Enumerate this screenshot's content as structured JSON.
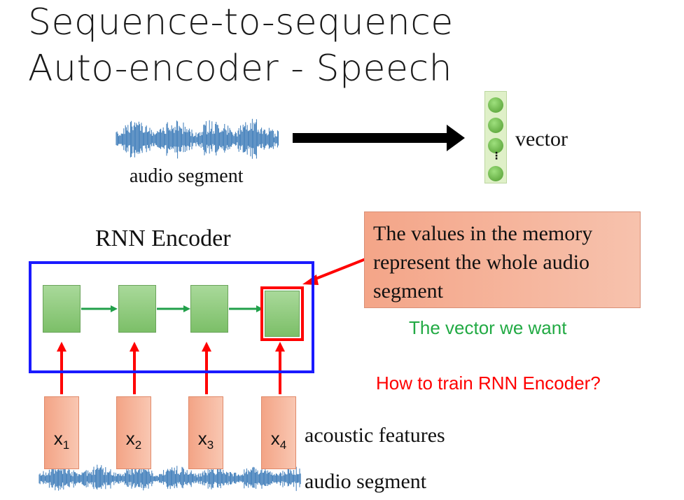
{
  "title": {
    "line1": "Sequence-to-sequence",
    "line2": "Auto-encoder - Speech"
  },
  "top": {
    "audio_label": "audio segment",
    "vector_label": "vector",
    "vector_dots": "⋮"
  },
  "encoder": {
    "title": "RNN Encoder"
  },
  "callout": {
    "line1": "The values in the memory",
    "line2": "represent the whole audio",
    "line3": "segment"
  },
  "vector_note": "The vector we want",
  "question": "How to train RNN Encoder?",
  "inputs": [
    "x",
    "x",
    "x",
    "x"
  ],
  "input_subs": [
    "1",
    "2",
    "3",
    "4"
  ],
  "bottom": {
    "features_label": "acoustic features",
    "audio_label": "audio segment"
  },
  "colors": {
    "blue_box": "#1a1aff",
    "green_text": "#22aa44",
    "red_text": "#ff0000",
    "cell_green": "#8fcc7d",
    "feature_orange": "#f4a588"
  }
}
